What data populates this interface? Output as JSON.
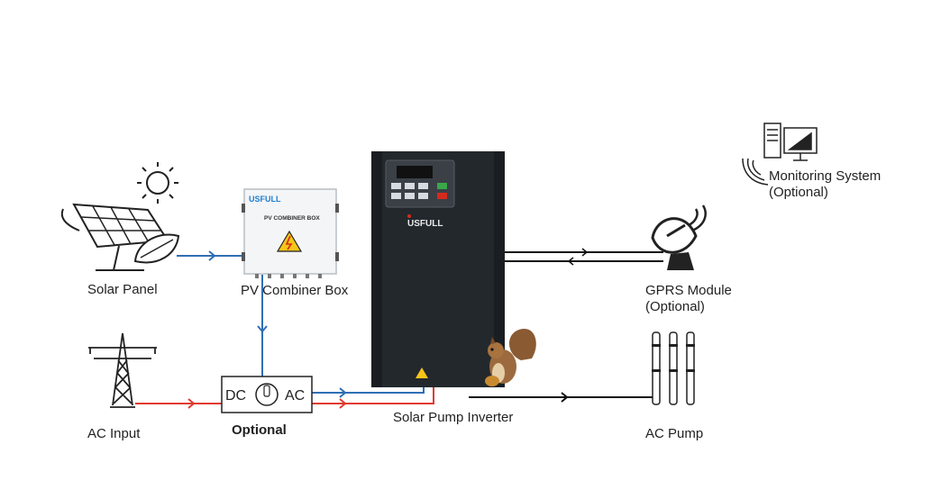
{
  "labels": {
    "solar_panel": "Solar Panel",
    "combiner_box": "PV Combiner Box",
    "ac_input": "AC Input",
    "optional": "Optional",
    "inverter": "Solar Pump Inverter",
    "gprs_line1": "GPRS Module",
    "gprs_line2": "(Optional)",
    "monitoring_line1": "Monitoring System",
    "monitoring_line2": "(Optional)",
    "ac_pump": "AC Pump"
  },
  "combiner_box": {
    "brand": "USFULL",
    "title": "PV COMBINER BOX"
  },
  "inverter": {
    "brand": "USFULL"
  },
  "dc_ac_box": {
    "left": "DC",
    "right": "AC"
  },
  "colors": {
    "dc_line": "#2f6fb5",
    "ac_line": "#e03a2f",
    "signal_line": "#111111",
    "inverter_body": "#23282d"
  }
}
